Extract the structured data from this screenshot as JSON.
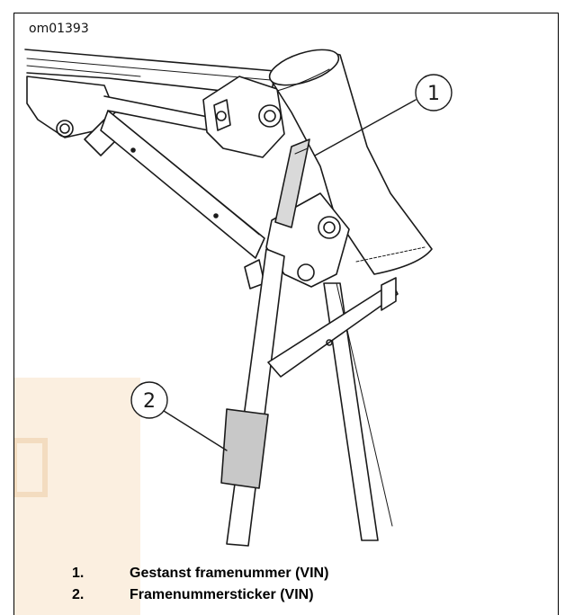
{
  "figure": {
    "id": "om01393",
    "callouts": [
      "1",
      "2"
    ]
  },
  "legend": [
    {
      "number": "1.",
      "label": "Gestanst framenummer (VIN)"
    },
    {
      "number": "2.",
      "label": "Framenummersticker (VIN)"
    }
  ],
  "colors": {
    "line": "#1a1a1a",
    "label_fill": "#c8c8c8",
    "watermark": "#f7e2c8"
  }
}
